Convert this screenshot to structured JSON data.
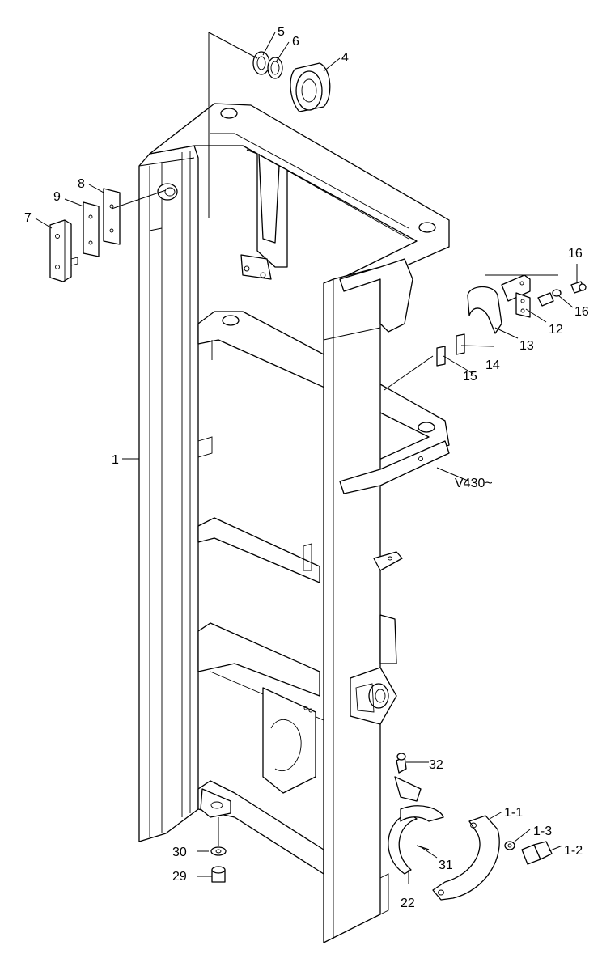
{
  "diagram": {
    "variant_note": "V430~",
    "callouts": [
      {
        "id": "c1",
        "label": "1"
      },
      {
        "id": "c4",
        "label": "4"
      },
      {
        "id": "c5",
        "label": "5"
      },
      {
        "id": "c6",
        "label": "6"
      },
      {
        "id": "c7",
        "label": "7"
      },
      {
        "id": "c8",
        "label": "8"
      },
      {
        "id": "c9",
        "label": "9"
      },
      {
        "id": "c12",
        "label": "12"
      },
      {
        "id": "c13",
        "label": "13"
      },
      {
        "id": "c14",
        "label": "14"
      },
      {
        "id": "c15",
        "label": "15"
      },
      {
        "id": "c16a",
        "label": "16"
      },
      {
        "id": "c16b",
        "label": "16"
      },
      {
        "id": "c22",
        "label": "22"
      },
      {
        "id": "c29",
        "label": "29"
      },
      {
        "id": "c30",
        "label": "30"
      },
      {
        "id": "c31",
        "label": "31"
      },
      {
        "id": "c32",
        "label": "32"
      },
      {
        "id": "c1-1",
        "label": "1-1"
      },
      {
        "id": "c1-2",
        "label": "1-2"
      },
      {
        "id": "c1-3",
        "label": "1-3"
      }
    ]
  }
}
